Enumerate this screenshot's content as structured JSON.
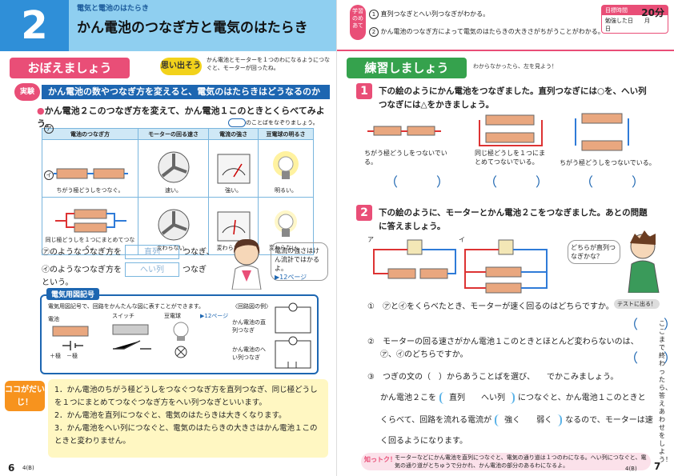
{
  "left": {
    "unit_number": "2",
    "unit_sub": "電気と電池のはたらき",
    "unit_title": "かん電池のつなぎ方と電気のはたらき",
    "oboe_label": "おぼえましょう",
    "omoide_label": "思い出そう",
    "omoide_text": "かん電池とモーターを１つのわになるようにつなぐと、モーターが回ったね。",
    "jikken_label": "実験",
    "question": "かん電池の数やつなぎ方を変えると、電気のはたらきはどうなるのかな？",
    "bullet": "かん電池２このつなぎ方を変えて、かん電池１このときとくらべてみよう。",
    "hint": "のことばをなぞりましょう。",
    "table": {
      "headers": [
        "電池のつなぎ方",
        "モーターの回る速さ",
        "電流の強さ",
        "豆電球の明るさ"
      ],
      "rows": [
        {
          "mark": "ア",
          "desc": "ちがう極どうしをつなぐ。",
          "speed": "速い。",
          "current": "強い。",
          "bright": "明るい。"
        },
        {
          "mark": "イ",
          "desc": "同じ極どうしを１つにまとめてつなぐ。",
          "speed": "変わらない。",
          "current": "変わらない。",
          "bright": "変わらない。"
        }
      ]
    },
    "fill1_pre": "㋐のようなつなぎ方を",
    "fill1_box": "直列",
    "fill1_post": "つなぎ、",
    "fill2_pre": "㋑のようなつなぎ方を",
    "fill2_box": "へい列",
    "fill2_post": "つなぎ",
    "fill3": "という。",
    "bubble": "電流の強さはけん流計ではかるよ。",
    "bubble_ref": "▶12ページ",
    "symbols": {
      "title": "電気用図記号",
      "desc": "電気用図記号で、回路をかんたんな図に表すことができます。",
      "battery": "電池",
      "switch": "スイッチ",
      "bulb": "豆電球",
      "ref": "▶12ページ",
      "plus_minus": "＋極　－極",
      "circuit_title": "〈回路図の例〉",
      "series_label": "かん電池の直列つなぎ",
      "parallel_label": "かん電池のへい列つなぎ"
    },
    "koko_label": "ココがだいじ！",
    "summary": [
      "1．かん電池のちがう極どうしをつなぐつなぎ方を直列つなぎ、同じ極どうしを１つにまとめてつなぐつなぎ方をへい列つなぎといいます。",
      "2．かん電池を直列につなぐと、電気のはたらきは大きくなります。",
      "3．かん電池をへい列につなぐと、電気のはたらきの大きさはかん電池１このときと変わりません。"
    ],
    "page_number": "6",
    "page_code": "4(B)"
  },
  "right": {
    "goal_label": "学習のめあて",
    "goal1": "直列つなぎとへい列つなぎがわかる。",
    "goal2": "かん電池のつなぎ方によって電気のはたらきの大きさがちがうことがわかる。",
    "time_label": "目標時間",
    "time_minutes": "20分",
    "study_date_label": "勉強した日",
    "month": "月",
    "day": "日",
    "renshu_label": "練習しましょう",
    "wakaranai": "わからなかったら、左を見よう！",
    "q1_num": "1",
    "q1_text": "下の絵のようにかん電池をつなぎました。直列つなぎには○を、へい列つなぎには△をかきましょう。",
    "q1_caps": [
      "ちがう極どうしをつないでいる。",
      "同じ極どうしを１つにまとめてつないでいる。",
      "ちがう極どうしをつないでいる。"
    ],
    "q2_num": "2",
    "q2_text": "下の絵のように、モーターとかん電池２こをつなぎました。あとの問題に答えましょう。",
    "q2_bubble": "どちらが直列つなぎかな？",
    "q2_sub1": "①　㋐と㋑をくらべたとき、モーターが速く回るのはどちらですか。",
    "test_tag": "テストに出る！",
    "q2_sub2a": "②　モーターの回る速さがかん電池１このときとほとんど変わらないのは、",
    "q2_sub2b": "㋐、㋑のどちらですか。",
    "q2_sub3": "③　つぎの文の（　）からあうことばを選び、　　でかこみましょう。",
    "q2_sent1a": "かん電池２こを",
    "q2_choice1": "直列　　へい列",
    "q2_sent1b": "につなぐと、かん電池１このときと",
    "q2_sent2a": "くらべて、回路を流れる電流が",
    "q2_choice2": "強く　　弱く",
    "q2_sent2b": "なるので、モーターは速",
    "q2_sent3": "く回るようになります。",
    "side_note": "ここまで終わったら、答えあわせをしよう！",
    "shitto_label": "知っトク！",
    "shitto_text": "モーターなどにかん電池を直列につなぐと、電気の通り道は１つのわになる。へい列につなぐと、電気の通り道がとちゅうで分かれ、かん電池の部分のあるわになるよ。",
    "page_number": "7",
    "page_code": "4(B)"
  },
  "colors": {
    "blue": "#1d66b1",
    "pink": "#e94e77",
    "green": "#35a24d",
    "yellow": "#fff7c2",
    "orange": "#f7931e",
    "red": "#e2342c"
  }
}
